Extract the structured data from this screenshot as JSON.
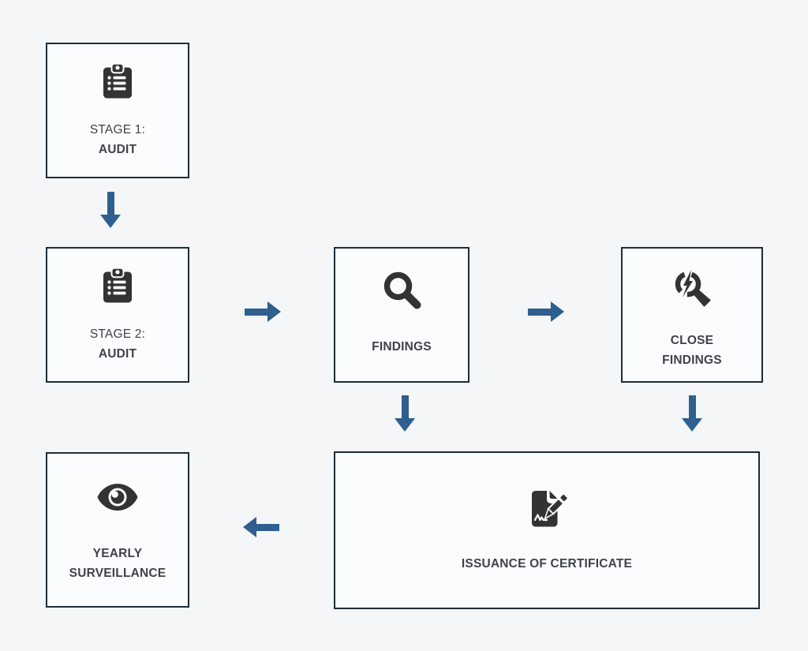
{
  "colors": {
    "page_bg": "#f5f6f7",
    "node_bg": "#fbfcfd",
    "node_border": "#1d2c3a",
    "icon": "#333333",
    "label": "#3e4348",
    "arrow": "#2e5f8e"
  },
  "nodes": {
    "stage1_audit": {
      "line1": "STAGE 1:",
      "line2": "AUDIT",
      "icon": "clipboard-list-icon"
    },
    "stage2_audit": {
      "line1": "STAGE 2:",
      "line2": "AUDIT",
      "icon": "clipboard-list-icon"
    },
    "findings": {
      "label": "FINDINGS",
      "icon": "magnifier-icon"
    },
    "close_findings": {
      "line1": "CLOSE",
      "line2": "FINDINGS",
      "icon": "magnifier-bolt-icon"
    },
    "issuance": {
      "label": "ISSUANCE OF CERTIFICATE",
      "icon": "file-signature-icon"
    },
    "yearly_surveillance": {
      "line1": "YEARLY",
      "line2": "SURVEILLANCE",
      "icon": "eye-icon"
    }
  },
  "flow": [
    {
      "from": "stage1_audit",
      "to": "stage2_audit",
      "direction": "down"
    },
    {
      "from": "stage2_audit",
      "to": "findings",
      "direction": "right"
    },
    {
      "from": "findings",
      "to": "close_findings",
      "direction": "right"
    },
    {
      "from": "findings",
      "to": "issuance",
      "direction": "down"
    },
    {
      "from": "close_findings",
      "to": "issuance",
      "direction": "down"
    },
    {
      "from": "issuance",
      "to": "yearly_surveillance",
      "direction": "left"
    }
  ]
}
